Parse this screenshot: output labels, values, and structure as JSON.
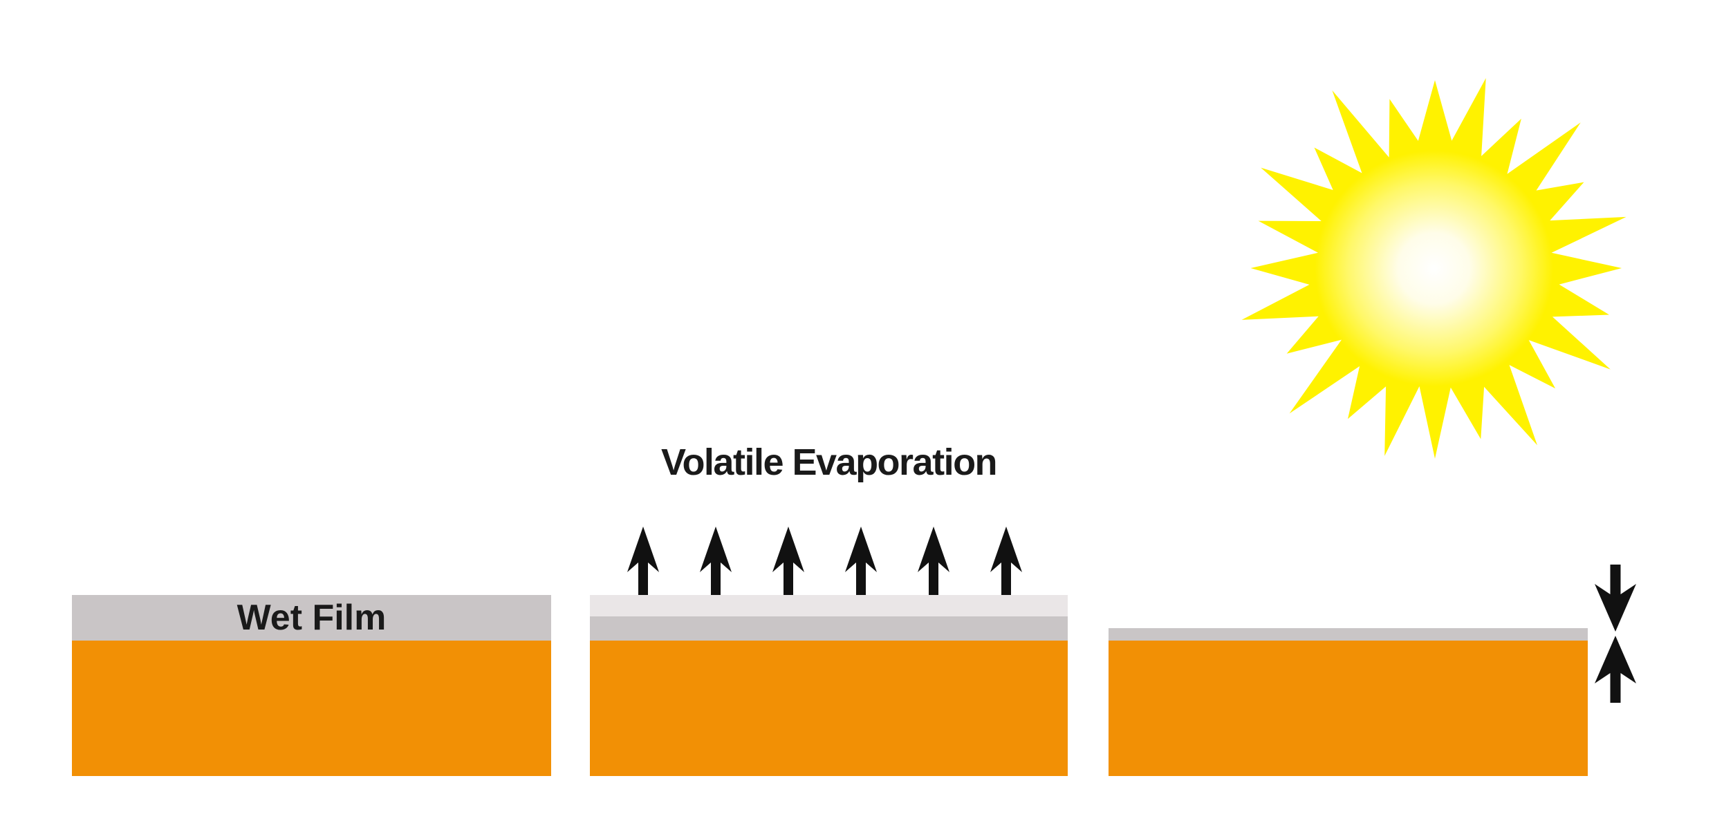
{
  "stages": {
    "stage1": {
      "label": "Wet Film"
    },
    "stage2": {
      "label": "Volatile Evaporation",
      "evaporation_arrow_count": 6
    },
    "stage3": {
      "label": ""
    }
  },
  "icons": {
    "sun": "sun-icon",
    "evaporation_arrow": "up-arrow-icon",
    "thickness_indicator": "converging-vertical-arrows-icon"
  },
  "colors": {
    "background": "#FFFFFF",
    "substrate_orange": "#F29005",
    "film_gray": "#C9C5C6",
    "volatile_light_gray": "#EAE6E7",
    "sun_yellow": "#FFF200",
    "sun_center": "#FFFFFF",
    "arrow_black": "#111111",
    "label_text": "#1A1A1A"
  }
}
